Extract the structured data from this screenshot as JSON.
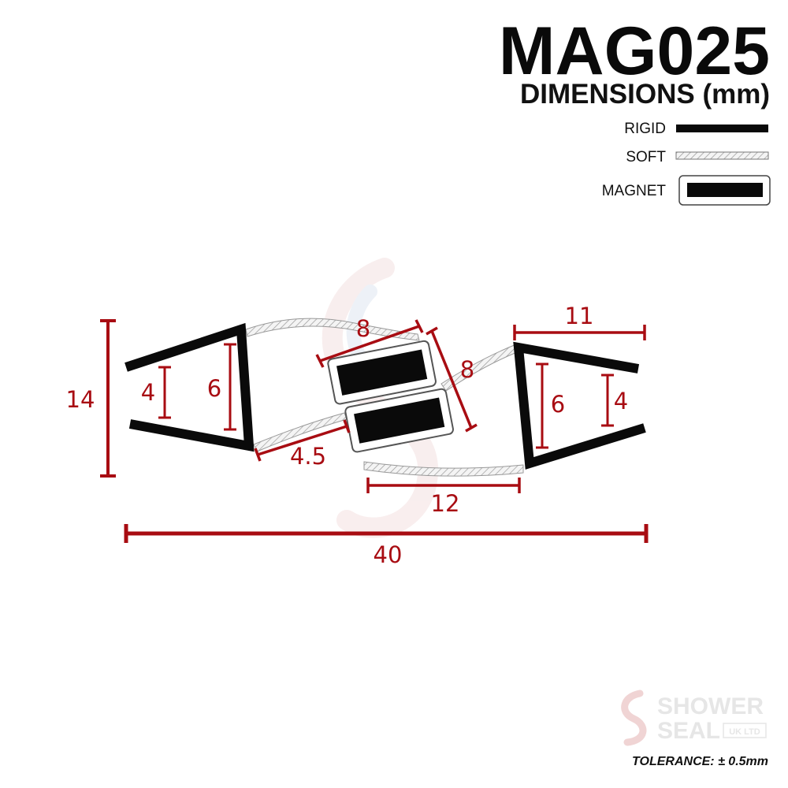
{
  "header": {
    "product_code": "MAG025",
    "subtitle": "DIMENSIONS (mm)"
  },
  "legend": {
    "rigid": "RIGID",
    "soft": "SOFT",
    "magnet": "MAGNET"
  },
  "dimensions": {
    "overall_height": "14",
    "left_opening_inner": "4",
    "left_opening_outer": "6",
    "magnet_width": "8",
    "magnet_height": "8",
    "left_flap": "4.5",
    "right_width": "11",
    "right_opening_outer": "6",
    "right_opening_inner": "4",
    "bottom_flap": "12",
    "overall_width": "40"
  },
  "footer": {
    "tolerance": "TOLERANCE: ± 0.5mm"
  },
  "watermark": {
    "line1": "SHOWER",
    "line2": "SEAL",
    "line3": "UK LTD"
  },
  "colors": {
    "dimension": "#a80c12",
    "rigid": "#0a0a0a",
    "soft": "#d0d0d0"
  }
}
